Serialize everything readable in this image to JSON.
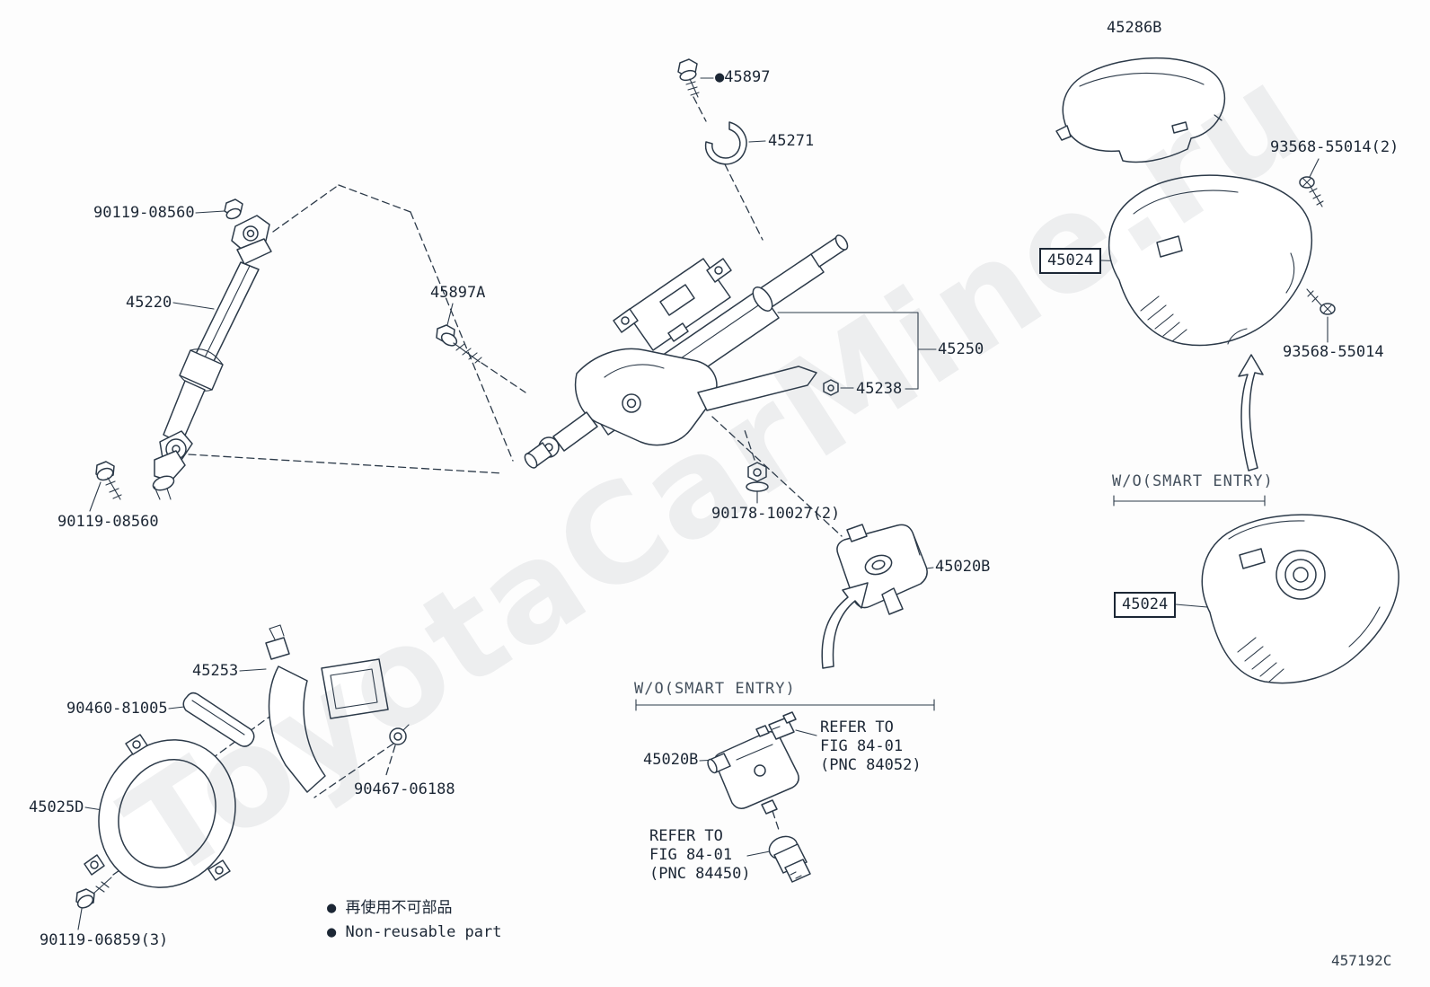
{
  "diagram": {
    "watermark": "ToyotaCarMine.ru",
    "code": "457192C"
  },
  "section_labels": {
    "wo_smart_entry": "W/O(SMART ENTRY)"
  },
  "legend": {
    "bullet": "●",
    "non_reusable_jp": "再使用不可部品",
    "non_reusable_en": "Non-reusable part"
  },
  "parts": {
    "p45286B": "45286B",
    "p93568_55014_x2": "93568-55014(2)",
    "p45024": "45024",
    "p93568_55014": "93568-55014",
    "p45897": "45897",
    "p45271": "45271",
    "p90119_08560": "90119-08560",
    "p45220": "45220",
    "p45897A": "45897A",
    "p45250": "45250",
    "p45238": "45238",
    "p90178_10027_x2": "90178-10027(2)",
    "p45020B": "45020B",
    "p45253": "45253",
    "p90460_81005": "90460-81005",
    "p90467_06188": "90467-06188",
    "p45025D": "45025D",
    "p90119_06859_x3": "90119-06859(3)"
  },
  "refer_notes": {
    "fig8401_pnc84052": {
      "line1": "REFER TO",
      "line2": "FIG 84-01",
      "line3": "(PNC 84052)"
    },
    "fig8401_pnc84450": {
      "line1": "REFER TO",
      "line2": "FIG 84-01",
      "line3": "(PNC 84450)"
    }
  }
}
